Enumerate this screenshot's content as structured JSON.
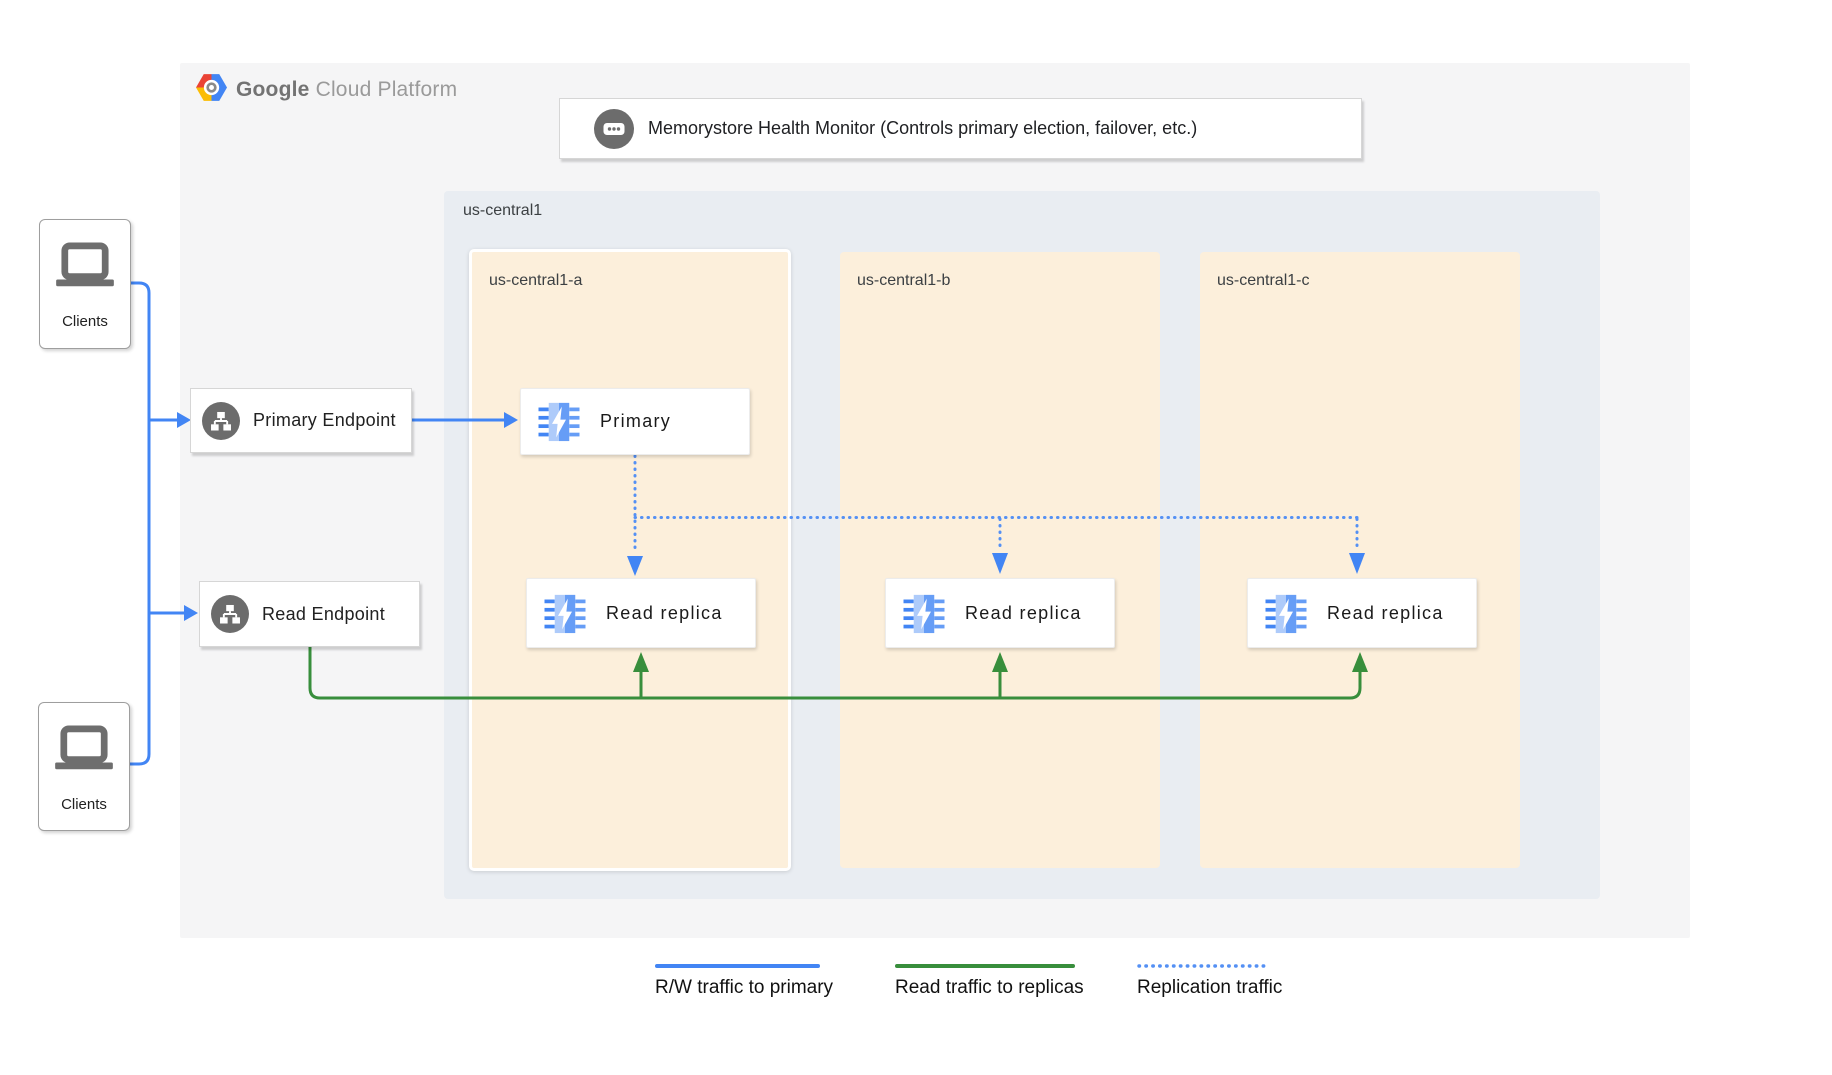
{
  "brand": {
    "bold": "Google",
    "light": "Cloud Platform"
  },
  "health_monitor": {
    "label": "Memorystore Health Monitor (Controls primary election, failover, etc.)"
  },
  "region": {
    "label": "us-central1",
    "zones": [
      {
        "label": "us-central1-a"
      },
      {
        "label": "us-central1-b"
      },
      {
        "label": "us-central1-c"
      }
    ]
  },
  "nodes": {
    "primary": "Primary",
    "replica_a": "Read replica",
    "replica_b": "Read replica",
    "replica_c": "Read replica"
  },
  "endpoints": {
    "primary": "Primary Endpoint",
    "read": "Read Endpoint"
  },
  "clients": {
    "top": "Clients",
    "bottom": "Clients"
  },
  "legend": {
    "items": [
      {
        "label": "R/W traffic to primary",
        "style": "solid",
        "color": "#4285f4"
      },
      {
        "label": "Read traffic to replicas",
        "style": "solid",
        "color": "#388e3c"
      },
      {
        "label": "Replication traffic",
        "style": "dotted",
        "color": "#5490f4"
      }
    ]
  },
  "colors": {
    "rw_traffic_blue": "#4285f4",
    "read_traffic_green": "#388e3c",
    "replication_blue_dotted": "#5490f4",
    "zone_fill": "#fcefdb",
    "region_fill": "#e9edf2",
    "panel_fill": "#f5f5f6",
    "icon_gray": "#6c6c6c",
    "memorystore_light_blue": "#aecbfa",
    "memorystore_blue": "#669df6",
    "memorystore_pin_blue": "#4285f4"
  },
  "icons": [
    "gcp-logo-icon",
    "health-monitor-icon",
    "laptop-icon",
    "network-endpoint-icon",
    "memorystore-icon"
  ]
}
